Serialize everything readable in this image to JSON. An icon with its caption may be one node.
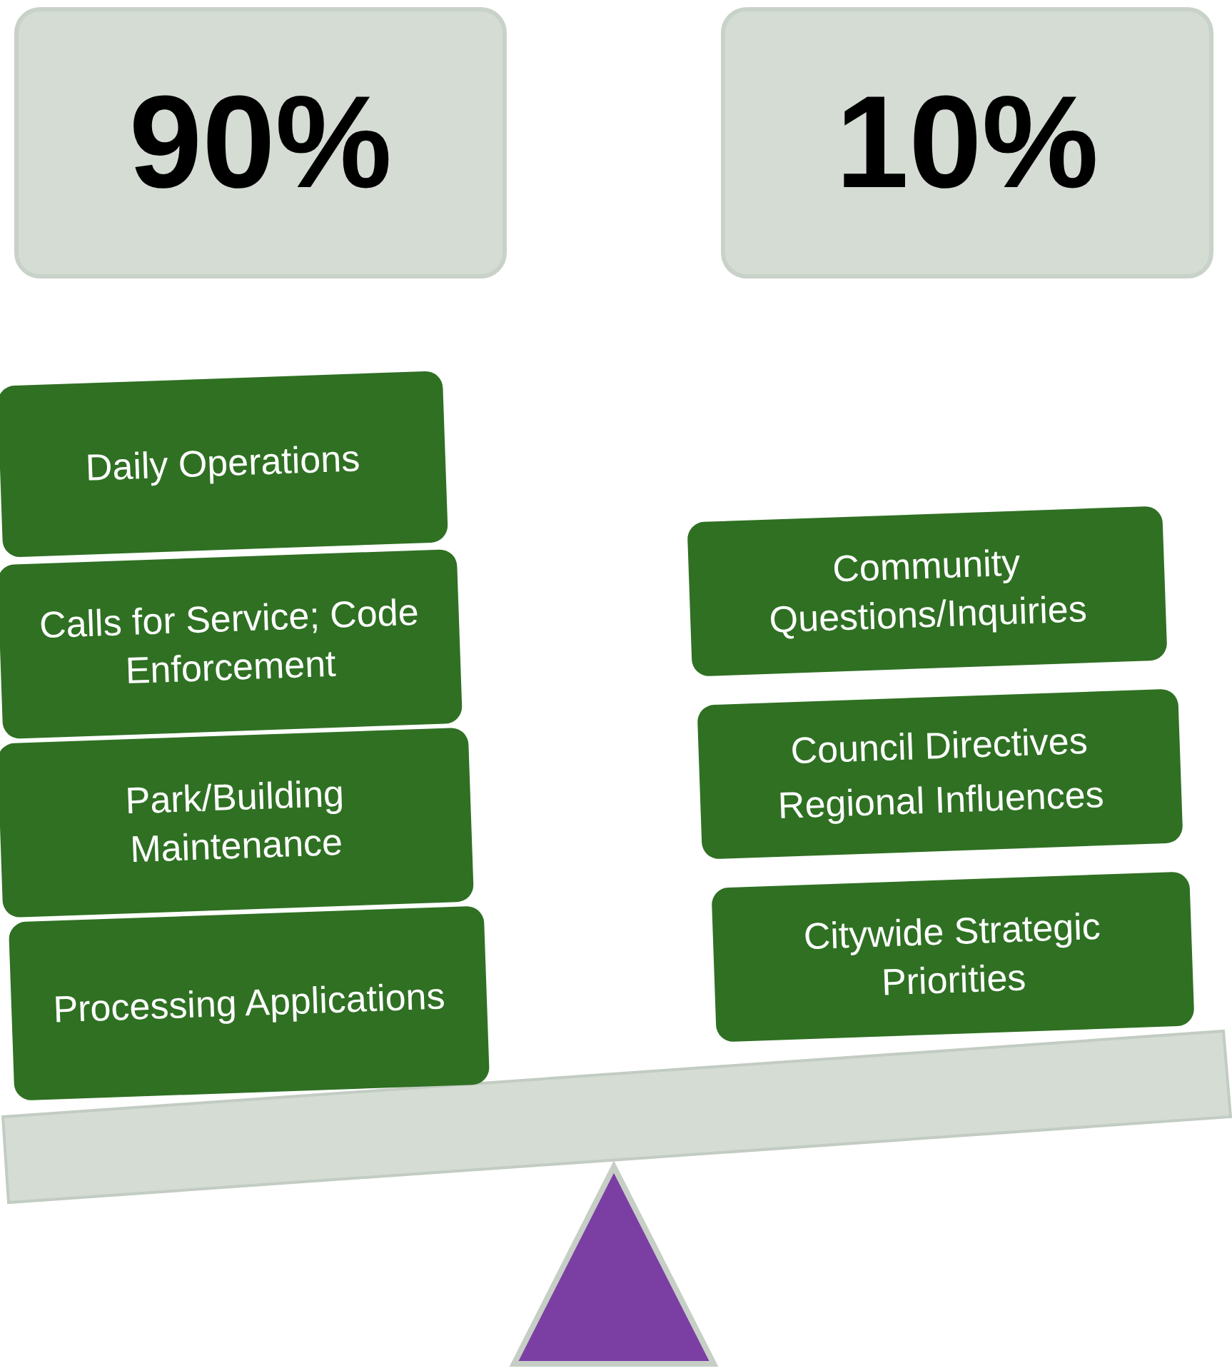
{
  "diagram": {
    "nodes": [
      {
        "text": [
          "90%"
        ]
      },
      {
        "text": [
          "10%"
        ]
      },
      {
        "text": [
          "Daily Operations"
        ]
      },
      {
        "text": [
          "Calls for Service; Code Enforcement"
        ]
      },
      {
        "text": [
          "Park/Building Maintenance"
        ]
      },
      {
        "text": [
          "Processing Applications"
        ]
      },
      {
        "text": [
          "Community Questions/Inquiries"
        ]
      },
      {
        "text": [
          "Council Directives",
          "Regional Influences"
        ]
      },
      {
        "text": [
          "Citywide Strategic Priorities"
        ]
      },
      {
        "text": [],
        "shape": "bar"
      },
      {
        "text": [],
        "shape": "triangle"
      }
    ],
    "edges": []
  }
}
